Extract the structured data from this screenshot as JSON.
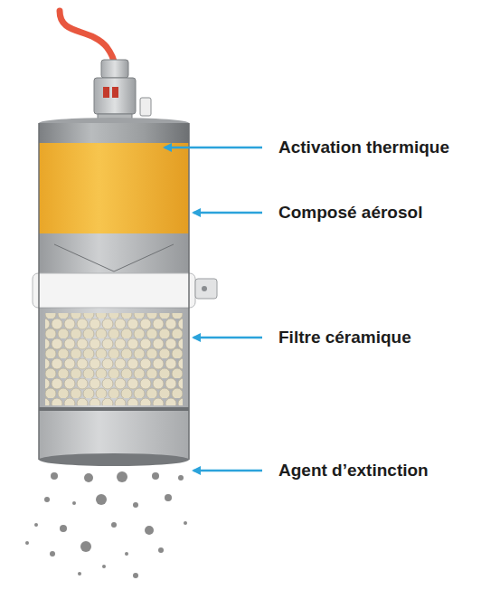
{
  "diagram": {
    "labels": [
      "Activation thermique",
      "Composé aérosol",
      "Filtre céramique",
      "Agent d’extinction"
    ]
  }
}
